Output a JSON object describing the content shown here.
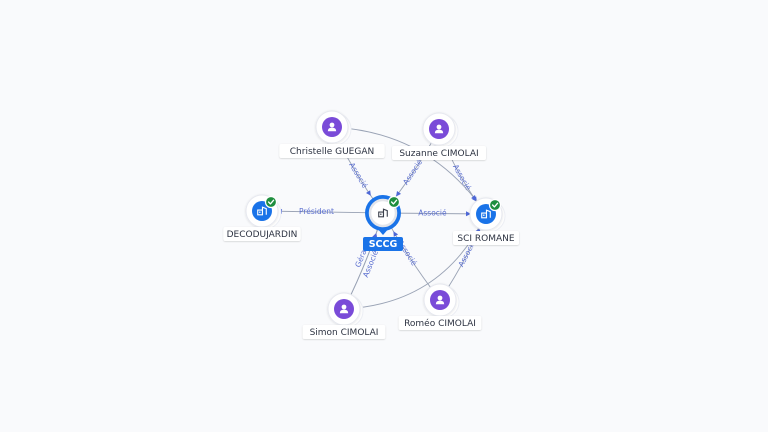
{
  "colors": {
    "person": "#7a4bd8",
    "company": "#1a73e8",
    "verified": "#1e8e3e",
    "edge": "#9aa3b5",
    "edge_label": "#5b6fd0"
  },
  "center": {
    "label": "SCCG",
    "icon": "building-icon",
    "verified": true
  },
  "nodes": [
    {
      "id": "christelle",
      "label": "Christelle GUEGAN",
      "kind": "person",
      "icon": "person-icon"
    },
    {
      "id": "suzanne",
      "label": "Suzanne CIMOLAI",
      "kind": "person",
      "icon": "person-icon"
    },
    {
      "id": "decodujardin",
      "label": "DECODUJARDIN",
      "kind": "company",
      "icon": "building-icon",
      "verified": true
    },
    {
      "id": "sciromane",
      "label": "SCI ROMANE",
      "kind": "company",
      "icon": "building-icon",
      "verified": true
    },
    {
      "id": "simon",
      "label": "Simon CIMOLAI",
      "kind": "person",
      "icon": "person-icon"
    },
    {
      "id": "romeo",
      "label": "Roméo CIMOLAI",
      "kind": "person",
      "icon": "person-icon"
    }
  ],
  "edges": [
    {
      "from": "center",
      "to": "decodujardin",
      "label": "Président"
    },
    {
      "from": "center",
      "to": "sciromane",
      "label": "Associé"
    },
    {
      "from": "christelle",
      "to": "center",
      "label": "Associé"
    },
    {
      "from": "suzanne",
      "to": "center",
      "label": "Associé"
    },
    {
      "from": "simon",
      "to": "center",
      "label": "Gérant"
    },
    {
      "from": "simon",
      "to": "center",
      "label": "Associé"
    },
    {
      "from": "romeo",
      "to": "center",
      "label": "Associé"
    },
    {
      "from": "suzanne",
      "to": "sciromane",
      "label": "Associé"
    },
    {
      "from": "christelle",
      "to": "sciromane",
      "label": ""
    },
    {
      "from": "romeo",
      "to": "sciromane",
      "label": "Associé"
    },
    {
      "from": "simon",
      "to": "sciromane",
      "label": ""
    }
  ]
}
